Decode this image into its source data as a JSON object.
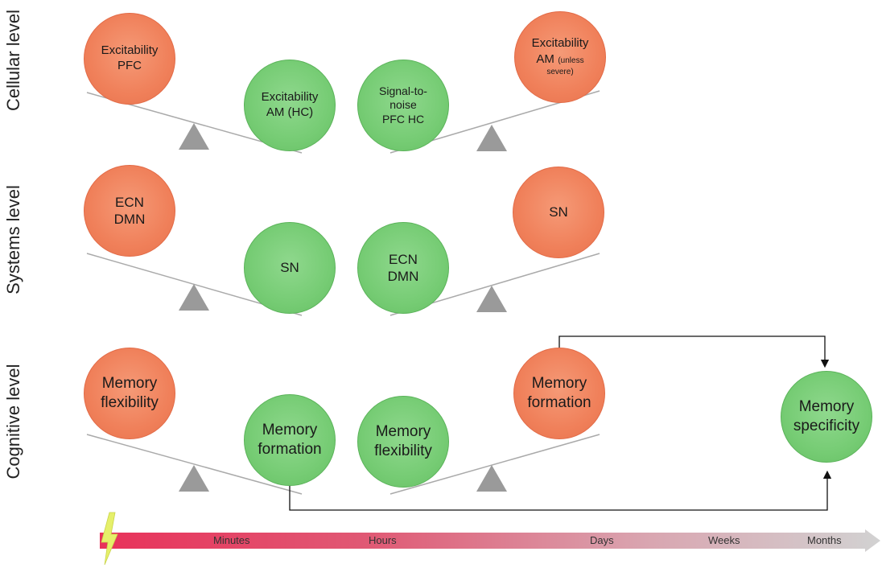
{
  "rows": {
    "cellular": {
      "label": "Cellular level",
      "left_orange": {
        "line1": "Excitability",
        "line2": "PFC"
      },
      "left_green": {
        "line1": "Excitability",
        "line2": "AM (HC)"
      },
      "right_green": {
        "line1": "Signal-to-",
        "line2": "noise",
        "line3": "PFC HC"
      },
      "right_orange": {
        "line1": "Excitability",
        "line2": "AM",
        "line2_small": "(unless",
        "line3": "severe)"
      }
    },
    "systems": {
      "label": "Systems level",
      "left_orange": {
        "line1": "ECN",
        "line2": "DMN"
      },
      "left_green": {
        "line1": "SN"
      },
      "right_green": {
        "line1": "ECN",
        "line2": "DMN"
      },
      "right_orange": {
        "line1": "SN"
      }
    },
    "cognitive": {
      "label": "Cognitive level",
      "left_orange": {
        "line1": "Memory",
        "line2": "flexibility"
      },
      "left_green": {
        "line1": "Memory",
        "line2": "formation"
      },
      "right_green": {
        "line1": "Memory",
        "line2": "flexibility"
      },
      "right_orange": {
        "line1": "Memory",
        "line2": "formation"
      },
      "outcome": {
        "line1": "Memory",
        "line2": "specificity"
      }
    }
  },
  "timeline": {
    "labels": [
      "Minutes",
      "Hours",
      "Days",
      "Weeks",
      "Months"
    ]
  },
  "colors": {
    "orange": "#f0805a",
    "green": "#76cc74",
    "fulcrum": "#9a9a9a",
    "bar_start": "#e8325a",
    "bar_end": "#cfcfcf",
    "bolt": "#e6f06a"
  }
}
